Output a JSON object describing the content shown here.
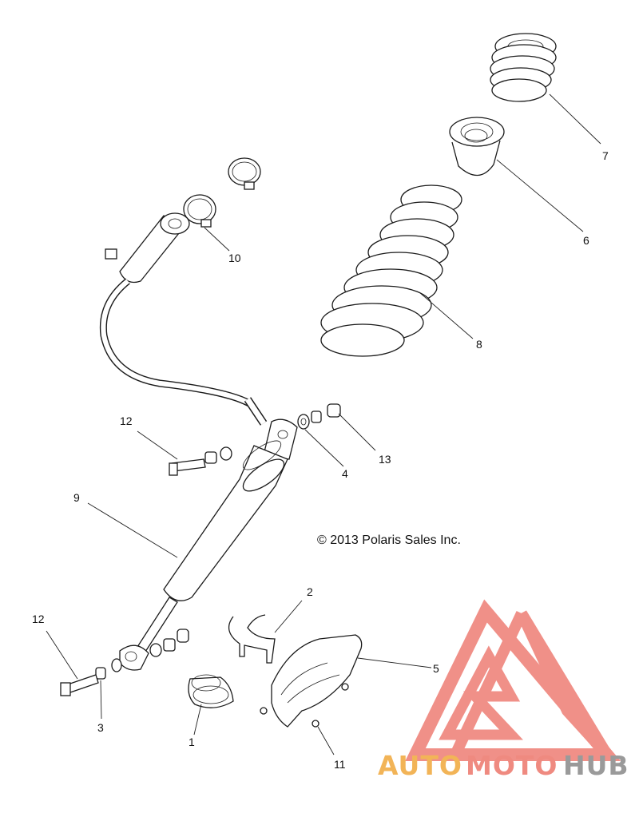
{
  "copyright": "© 2013 Polaris Sales Inc.",
  "callouts": [
    {
      "id": "c1",
      "text": "1"
    },
    {
      "id": "c2",
      "text": "2"
    },
    {
      "id": "c3",
      "text": "3"
    },
    {
      "id": "c4",
      "text": "4"
    },
    {
      "id": "c5",
      "text": "5"
    },
    {
      "id": "c6",
      "text": "6"
    },
    {
      "id": "c7",
      "text": "7"
    },
    {
      "id": "c8",
      "text": "8"
    },
    {
      "id": "c9",
      "text": "9"
    },
    {
      "id": "c10",
      "text": "10"
    },
    {
      "id": "c11",
      "text": "11"
    },
    {
      "id": "c12a",
      "text": "12"
    },
    {
      "id": "c12b",
      "text": "12"
    },
    {
      "id": "c13",
      "text": "13"
    }
  ],
  "watermark": {
    "part1": "AUTO",
    "part2": "MOTO",
    "part3": "HUB",
    "color1": "#f2b457",
    "color2": "#ef8a80",
    "color3": "#9a9a9a",
    "logo_color": "#ee7d74"
  }
}
